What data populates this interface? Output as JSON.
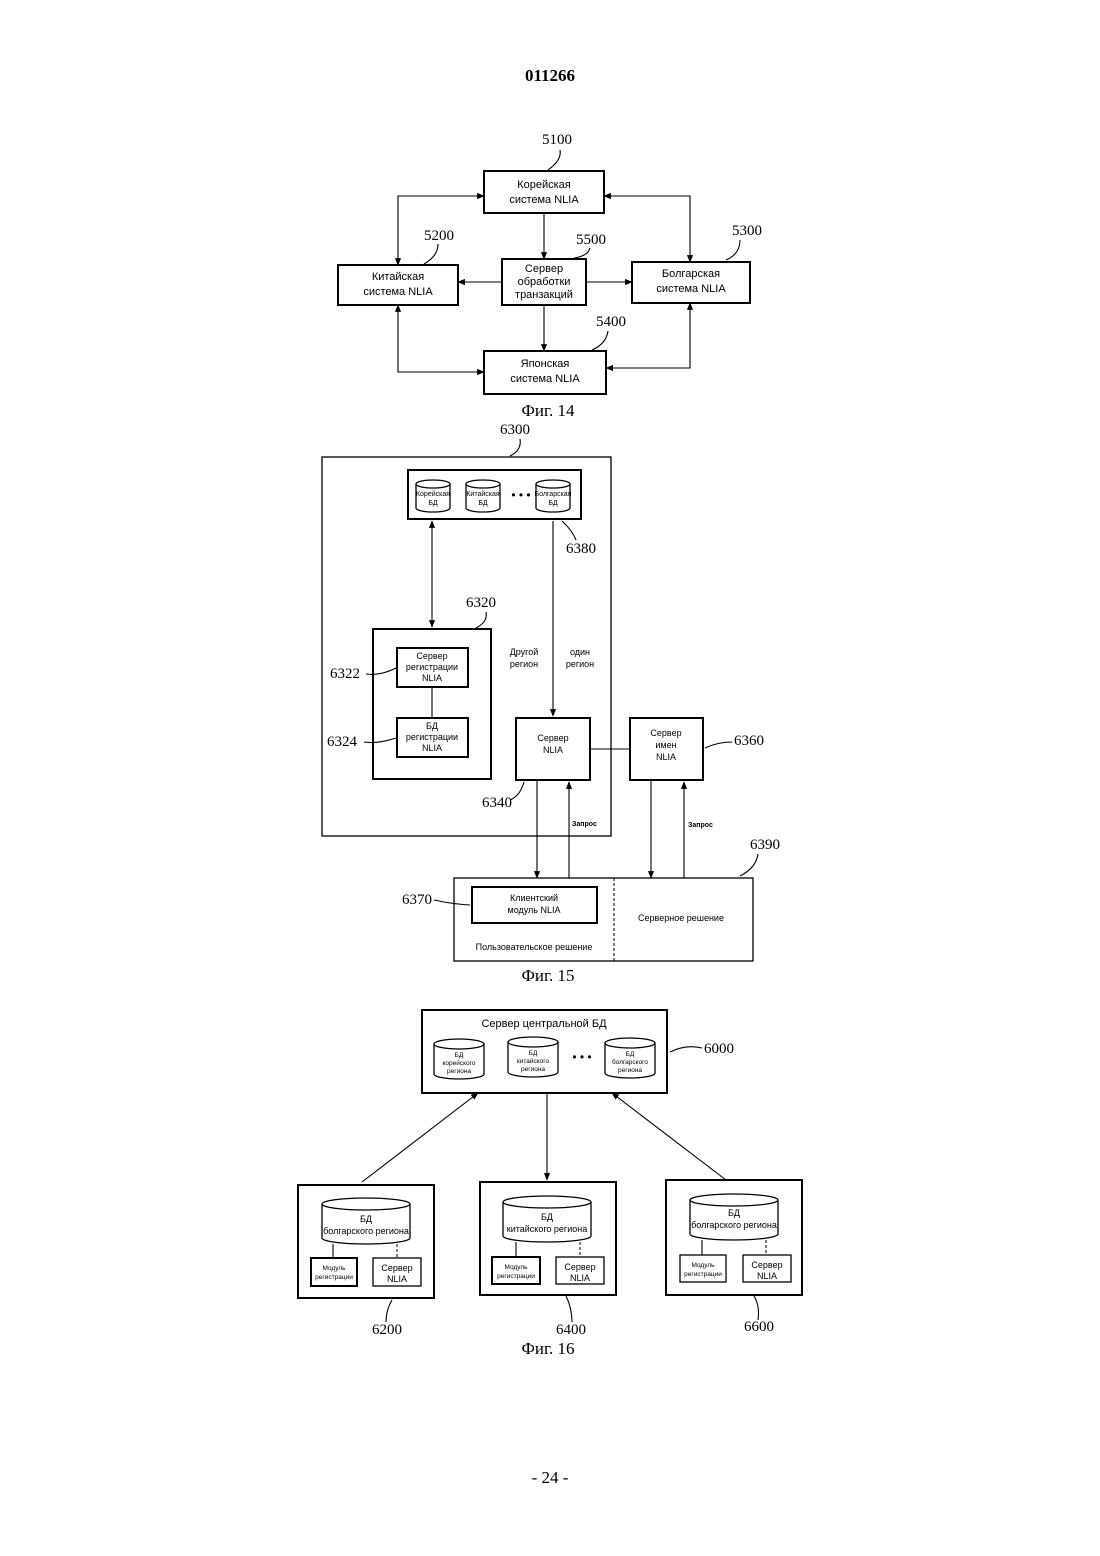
{
  "page": {
    "number": "011266",
    "footer": "- 24 -"
  },
  "fig14": {
    "caption": "Фиг. 14",
    "korean": {
      "line1": "Корейская",
      "line2": "система NLIA",
      "ref": "5100"
    },
    "chinese": {
      "line1": "Китайская",
      "line2": "система NLIA",
      "ref": "5200"
    },
    "bulgarian": {
      "line1": "Болгарская",
      "line2": "система NLIA",
      "ref": "5300"
    },
    "japanese": {
      "line1": "Японская",
      "line2": "система NLIA",
      "ref": "5400"
    },
    "server": {
      "line1": "Сервер",
      "line2": "обработки",
      "line3": "транзакций",
      "ref": "5500"
    }
  },
  "fig15": {
    "caption": "Фиг. 15",
    "outer_ref": "6300",
    "db_group": {
      "ref": "6380",
      "korean_db": {
        "line1": "Корейская",
        "line2": "БД"
      },
      "chinese_db": {
        "line1": "Китайская",
        "line2": "БД"
      },
      "bulgarian_db": {
        "line1": "Болгарская",
        "line2": "БД"
      },
      "ellipsis": "• • •"
    },
    "reg_group": {
      "ref": "6320"
    },
    "reg_server": {
      "line1": "Сервер",
      "line2": "регистрации",
      "line3": "NLIA",
      "ref": "6322"
    },
    "reg_db": {
      "line1": "БД",
      "line2": "регистрации",
      "line3": "NLIA",
      "ref": "6324"
    },
    "other_region": {
      "line1": "Другой",
      "line2": "регион"
    },
    "one_region": {
      "line1": "один",
      "line2": "регион"
    },
    "nlia_server": {
      "line1": "Сервер",
      "line2": "NLIA",
      "ref": "6340"
    },
    "name_server": {
      "line1": "Сервер",
      "line2": "имен",
      "line3": "NLIA",
      "ref": "6360"
    },
    "request1": "Запрос",
    "request2": "Запрос",
    "client_module": {
      "line1": "Клиентский",
      "line2": "модуль NLIA",
      "ref": "6370"
    },
    "user_solution": "Пользовательское решение",
    "server_solution": "Серверное решение",
    "solution_ref": "6390"
  },
  "fig16": {
    "caption": "Фиг. 16",
    "central": {
      "title": "Сервер центральной БД",
      "ref": "6000",
      "db1": {
        "line1": "БД",
        "line2": "корейского",
        "line3": "региона"
      },
      "db2": {
        "line1": "БД",
        "line2": "китайского",
        "line3": "региона"
      },
      "db3": {
        "line1": "БД",
        "line2": "болгарского",
        "line3": "региона"
      },
      "ellipsis": "• • •"
    },
    "region1": {
      "ref": "6200",
      "db_line1": "БД",
      "db_line2": "болгарского региона",
      "module_line1": "Модуль",
      "module_line2": "регистрации",
      "server_line1": "Сервер",
      "server_line2": "NLIA"
    },
    "region2": {
      "ref": "6400",
      "db_line1": "БД",
      "db_line2": "китайского региона",
      "module_line1": "Модуль",
      "module_line2": "регистрации",
      "server_line1": "Сервер",
      "server_line2": "NLIA"
    },
    "region3": {
      "ref": "6600",
      "db_line1": "БД",
      "db_line2": "болгарского региона",
      "module_line1": "Модуль",
      "module_line2": "регистрации",
      "server_line1": "Сервер",
      "server_line2": "NLIA"
    }
  }
}
